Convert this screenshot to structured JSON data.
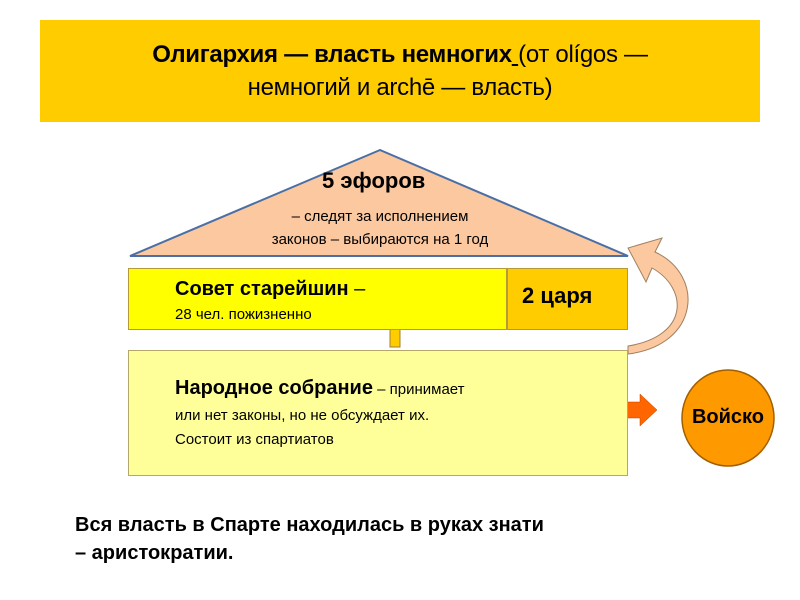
{
  "title": {
    "bold_part": "Олигархия — власть немногих",
    "underlined_space": " ",
    "rest_line1": "(от olígos —",
    "line2": "немногий и archē — власть)"
  },
  "ephors": {
    "heading": "5 эфоров",
    "line1": "– следят за исполнением",
    "line2": "законов – выбираются на 1 год"
  },
  "council": {
    "heading": "Совет старейшин",
    "dash": " –",
    "detail": "28 чел. пожизненно"
  },
  "kings": {
    "label": "2 царя"
  },
  "assembly": {
    "heading": "Народное собрание",
    "line1_rest": " – принимает",
    "line2": "или нет законы, но не обсуждает их.",
    "line3": "Состоит из спартиатов"
  },
  "army": {
    "label": "Войско"
  },
  "conclusion": {
    "line1": "Вся власть в Спарте находилась в руках знати",
    "line2": "– аристократии."
  },
  "colors": {
    "banner": "#FFCC00",
    "roof": "#FBC8A0",
    "council": "#FFFF00",
    "kings": "#FFCC00",
    "assembly": "#FFFF99",
    "army": "#FF9900",
    "arrow_orange": "#FF6600"
  }
}
